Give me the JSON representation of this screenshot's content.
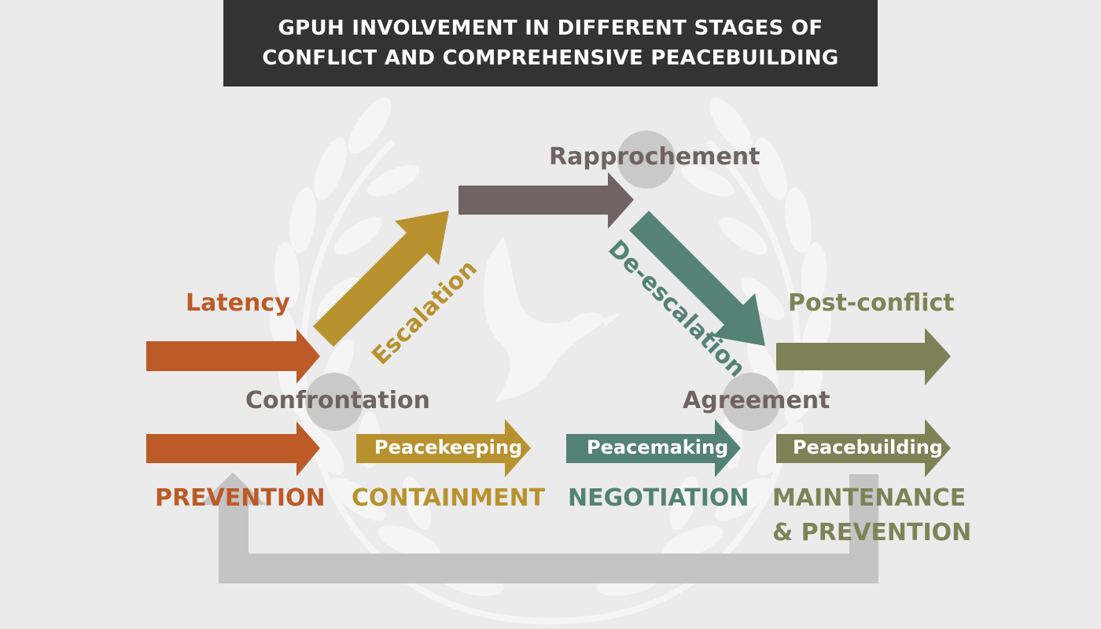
{
  "title": {
    "line1": "GPUH INVOLVEMENT IN DIFFERENT STAGES OF",
    "line2": "CONFLICT AND COMPREHENSIVE PEACEBUILDING"
  },
  "stages": {
    "latency": "Latency",
    "escalation": "Escalation",
    "confrontation": "Confrontation",
    "rapprochement": "Rapprochement",
    "de_escalation": "De-escalation",
    "agreement": "Agreement",
    "post_conflict": "Post-conflict"
  },
  "arrows": {
    "peacekeeping": "Peacekeeping",
    "peacemaking": "Peacemaking",
    "peacebuilding": "Peacebuilding"
  },
  "phases": {
    "prevention": "PREVENTION",
    "containment": "CONTAINMENT",
    "negotiation": "NEGOTIATION",
    "maintenance_line1": "MAINTENANCE",
    "maintenance_line2": "& PREVENTION"
  },
  "colors": {
    "prevention": "#bc5a28",
    "containment": "#b8922f",
    "rapprochement": "#6f6462",
    "negotiation": "#548274",
    "maintenance": "#7e8357",
    "loop": "#c4c4c4",
    "circle": "#c9c9c9"
  },
  "icons": {
    "background": "laurel-wreath-dove-icon"
  }
}
